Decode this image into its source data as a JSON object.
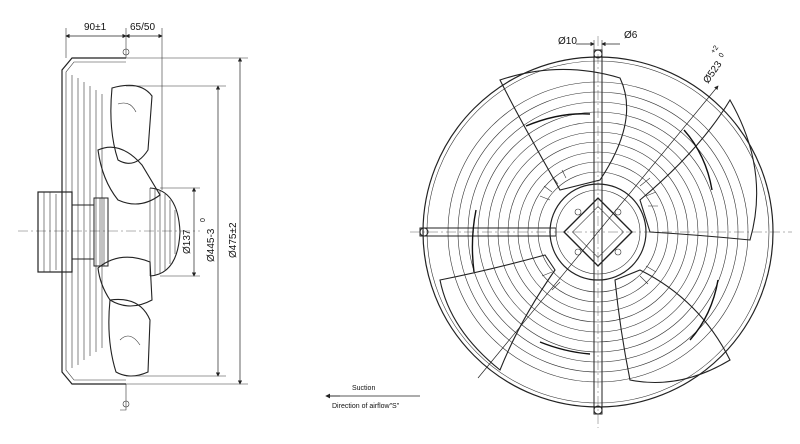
{
  "side_view": {
    "dims": {
      "depth_total": "90±1",
      "depth_partial": "65/50",
      "hub_diameter": "Ø137",
      "guard_diameter_top": "0",
      "guard_diameter": "Ø445-3",
      "ring_diameter": "Ø475±2"
    }
  },
  "front_view": {
    "dims": {
      "hole_diameter": "Ø10",
      "bolt_diameter": "Ø6",
      "outer_diameter": "Ø523",
      "outer_tol_plus": "+2",
      "outer_tol_zero": "0"
    }
  },
  "legend": {
    "suction": "Suction",
    "direction": "Direction of airflow\"S\""
  }
}
